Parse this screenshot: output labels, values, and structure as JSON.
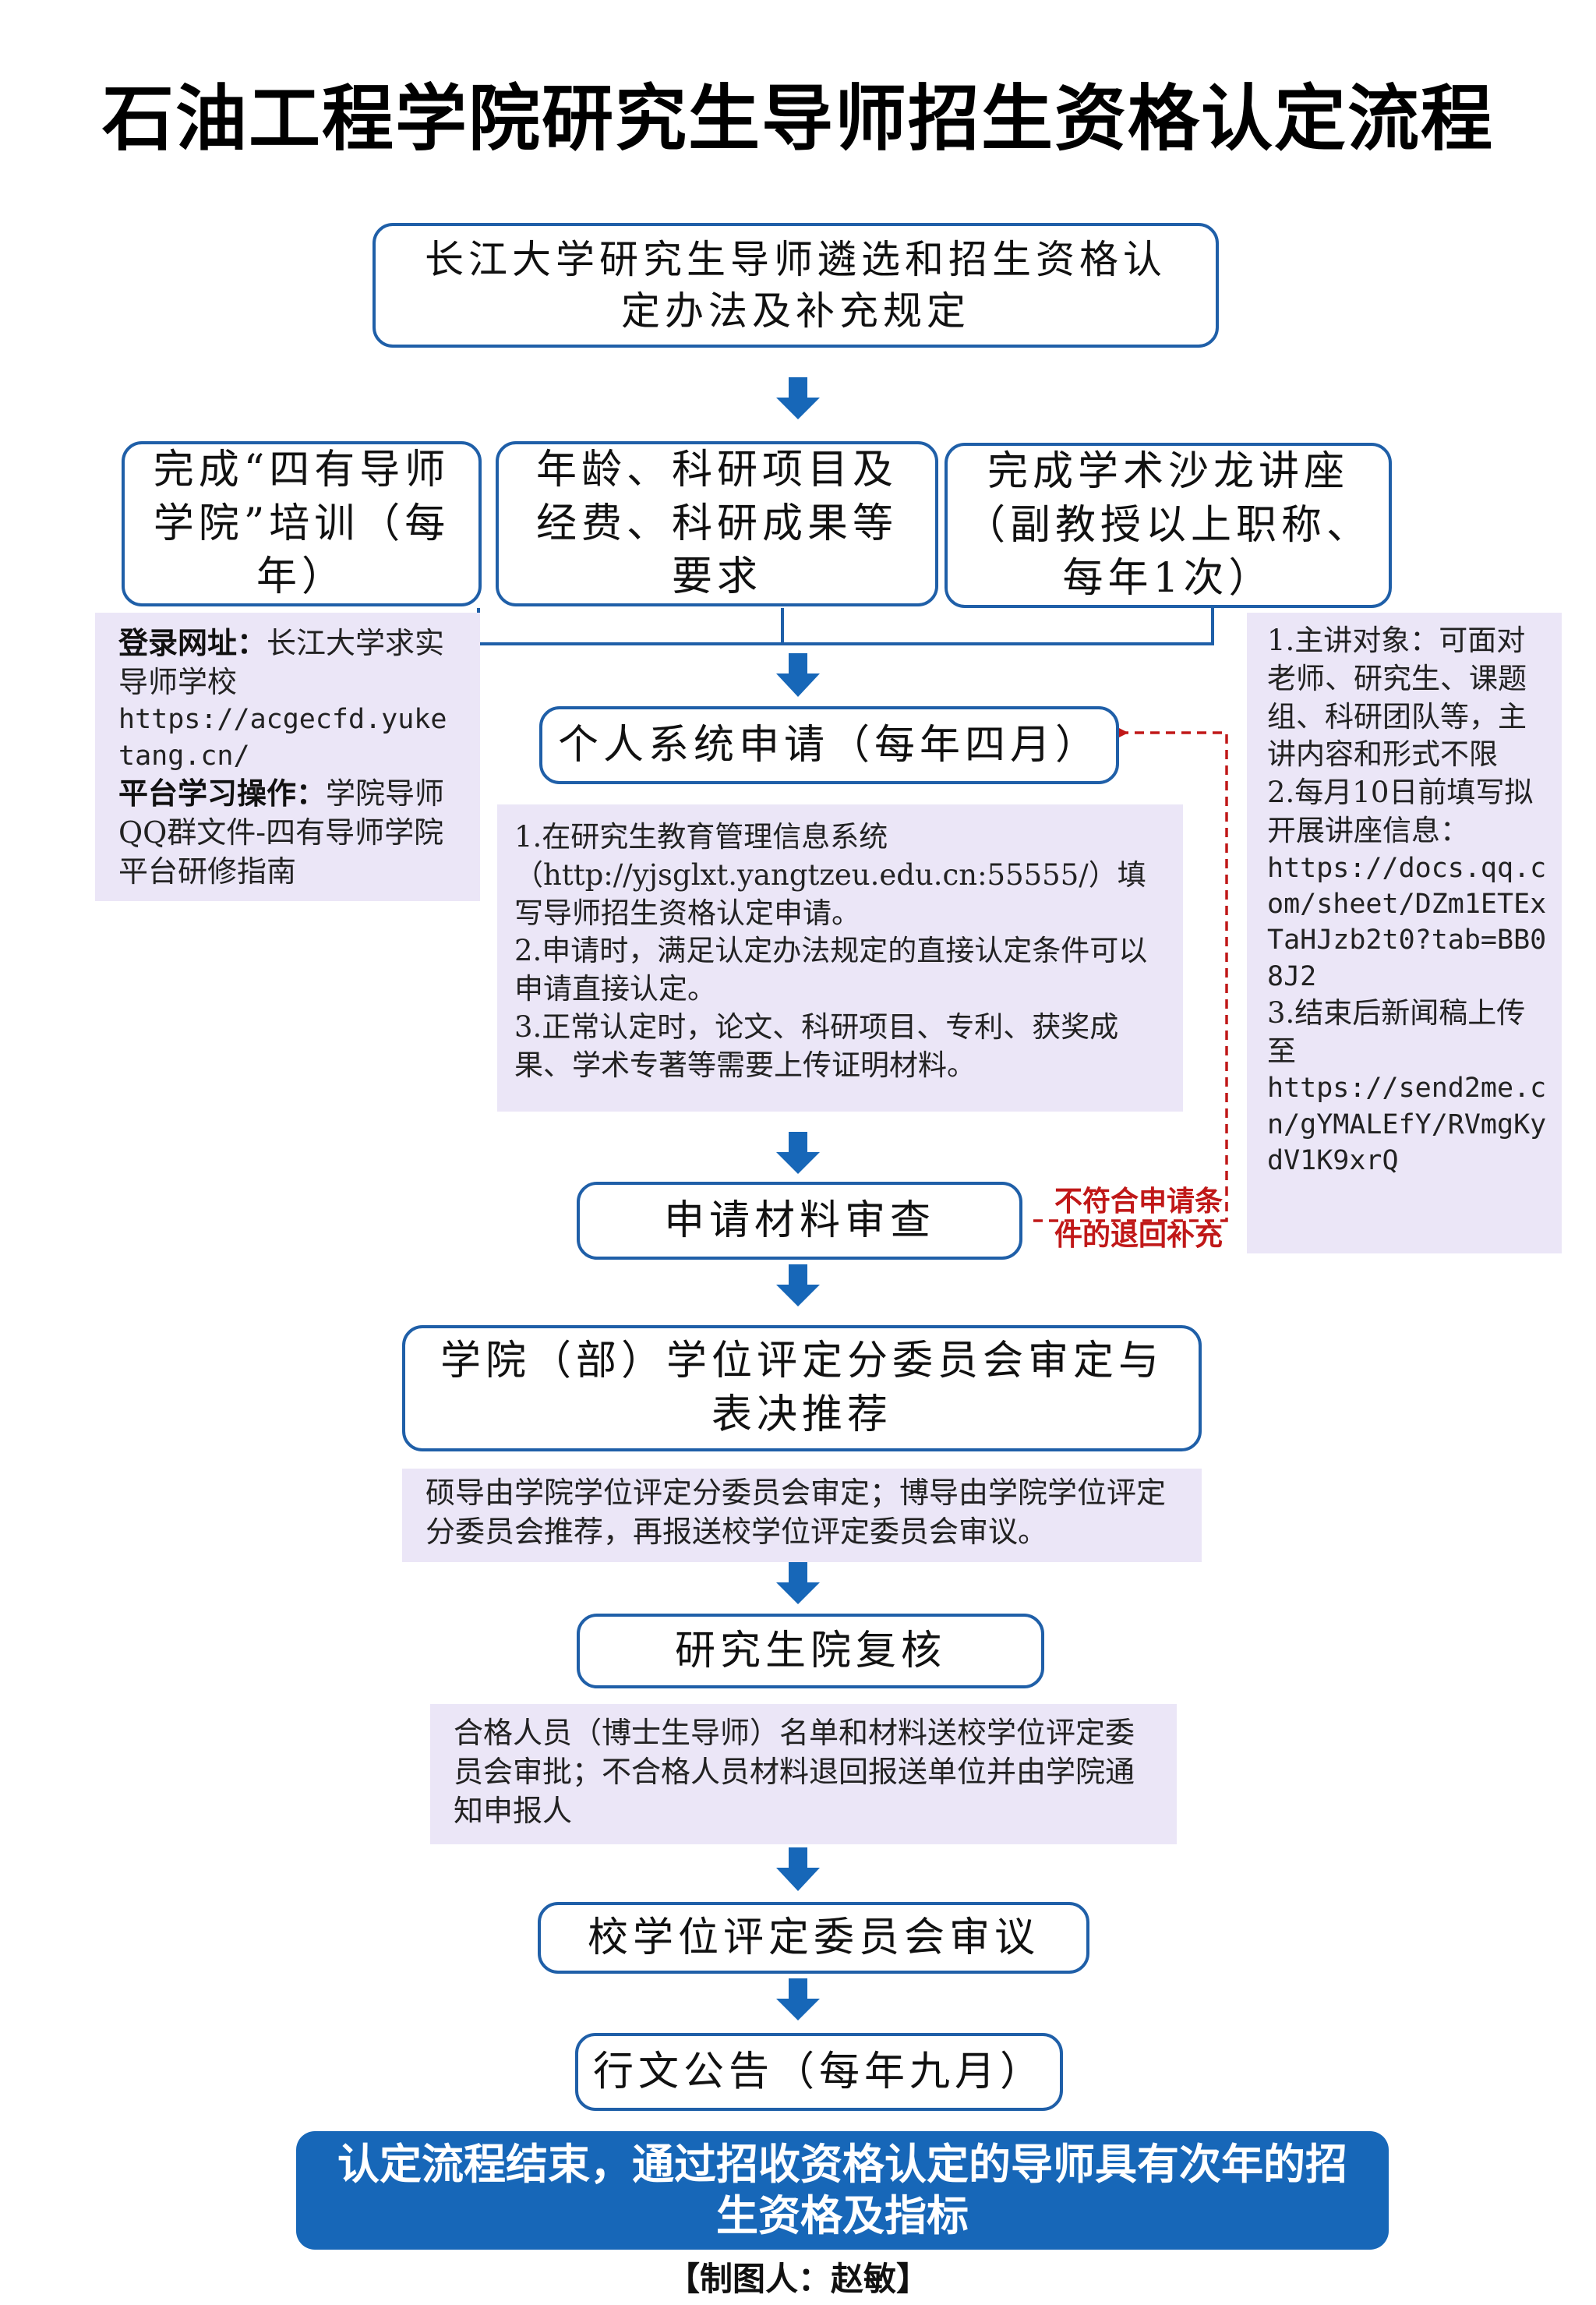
{
  "title": "石油工程学院研究生导师招生资格认定流程",
  "nodes": {
    "regulation": "长江大学研究生导师遴选和招生资格认定办法及补充规定",
    "req_training": "完成“四有导师学院”培训（每年）",
    "req_research": "年龄、科研项目及经费、科研成果等要求",
    "req_salon": "完成学术沙龙讲座（副教授以上职称、每年1次）",
    "apply": "个人系统申请（每年四月）",
    "review": "申请材料审查",
    "committee": "学院（部）学位评定分委员会审定与表决推荐",
    "graduate_school": "研究生院复核",
    "university": "校学位评定委员会审议",
    "announce": "行文公告（每年九月）",
    "final": "认定流程结束，通过招收资格认定的导师具有次年的招生资格及指标"
  },
  "notes": {
    "training": {
      "login_label": "登录网址：",
      "login_text": "长江大学求实导师学校",
      "login_url": "https://acgecfd.yuketang.cn/",
      "platform_label": "平台学习操作：",
      "platform_text": "学院导师QQ群文件-四有导师学院平台研修指南"
    },
    "apply": [
      "1.在研究生教育管理信息系统（http://yjsglxt.yangtzeu.edu.cn:55555/）填写导师招生资格认定申请。",
      "2.申请时，满足认定办法规定的直接认定条件可以申请直接认定。",
      "3.正常认定时，论文、科研项目、专利、获奖成果、学术专著等需要上传证明材料。"
    ],
    "salon": {
      "p1": "1.主讲对象：可面对老师、研究生、课题组、科研团队等，主讲内容和形式不限",
      "p2": "2.每月10日前填写拟开展讲座信息：",
      "url1": "https://docs.qq.com/sheet/DZm1ETExTaHJzb2t0?tab=BB08J2",
      "p3": "3.结束后新闻稿上传至",
      "url2": "https://send2me.cn/gYMALEfY/RVmgKydV1K9xrQ"
    },
    "committee": "硕导由学院学位评定分委员会审定；博导由学院学位评定分委员会推荐，再报送校学位评定委员会审议。",
    "graduate_school": "合格人员（博士生导师）名单和材料送校学位评定委员会审批；不合格人员材料退回报送单位并由学院通知申报人"
  },
  "reject_label": "不符合申请条件的退回补充",
  "maker": "【制图人：赵敏】",
  "colors": {
    "box_border": "#1f5fa8",
    "arrow": "#1767b8",
    "note_bg": "#ebe6f7",
    "reject": "#c01818",
    "final_bg": "#1767b8"
  }
}
